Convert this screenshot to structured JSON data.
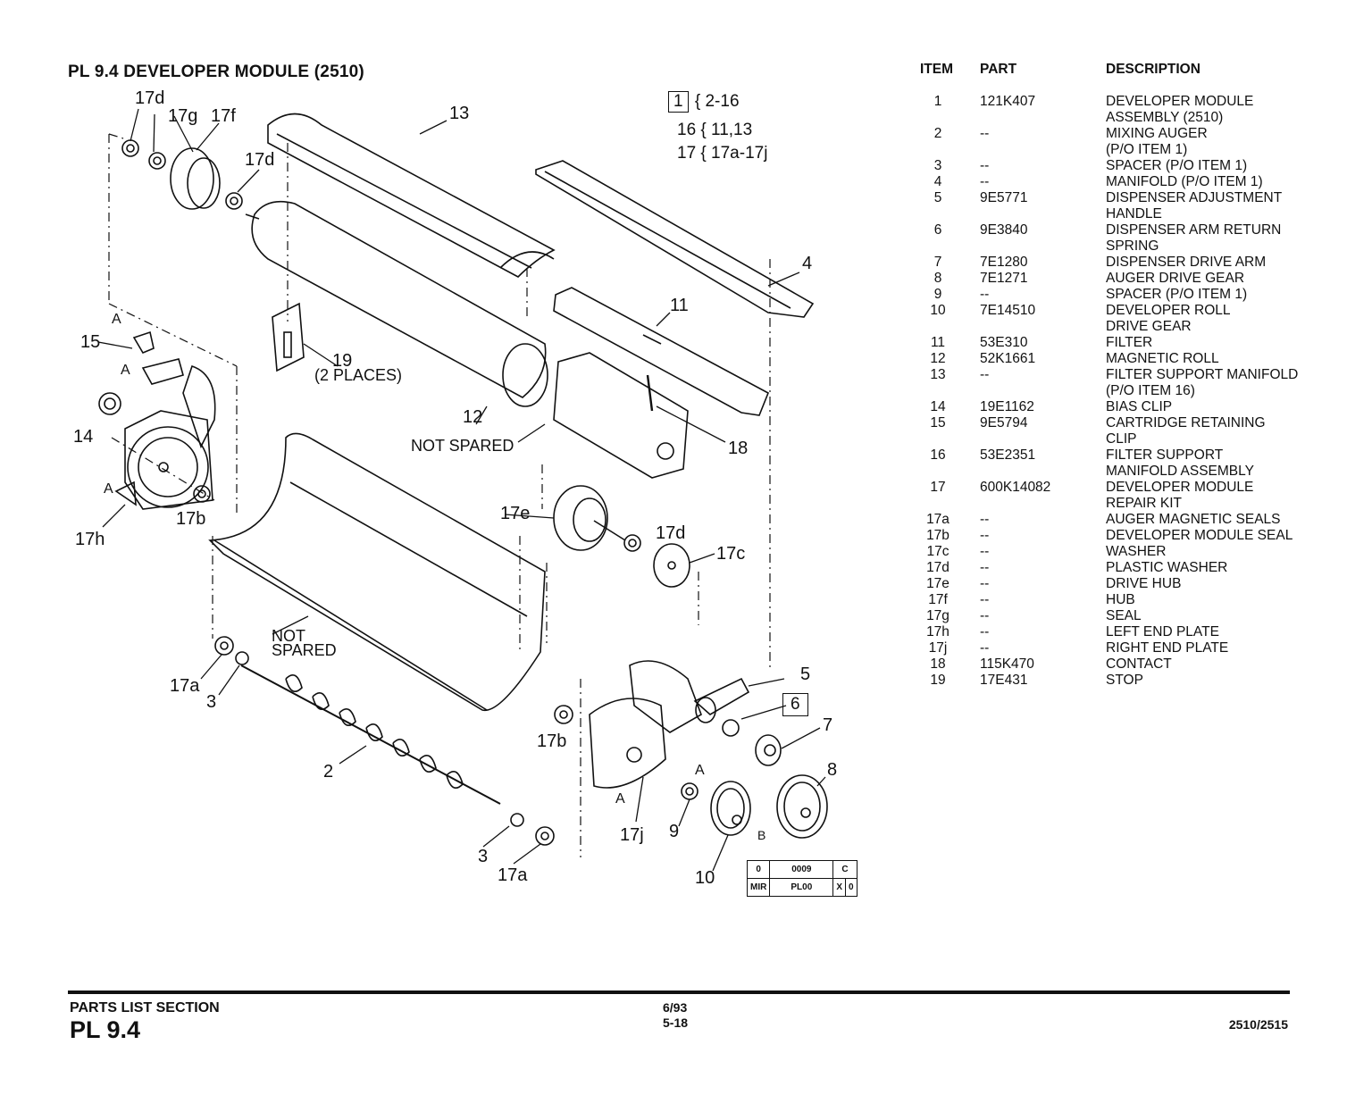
{
  "title": "PL 9.4 DEVELOPER MODULE (2510)",
  "assembly_key": [
    {
      "label": "1",
      "boxed": true,
      "range": "{ 2-16"
    },
    {
      "label": "16",
      "boxed": false,
      "range": "{ 11,13"
    },
    {
      "label": "17",
      "boxed": false,
      "range": "{ 17a-17j"
    }
  ],
  "callouts": {
    "c17d_a": "17d",
    "c17g": "17g",
    "c17f": "17f",
    "c17d_b": "17d",
    "c13": "13",
    "c4": "4",
    "c11": "11",
    "c15": "15",
    "cA1": "A",
    "cA2": "A",
    "c19": "19",
    "c2places": "(2 PLACES)",
    "c14": "14",
    "c12": "12",
    "c_notspared1": "NOT SPARED",
    "c18": "18",
    "cA3": "A",
    "c17b_a": "17b",
    "c17h": "17h",
    "c17e": "17e",
    "c17d_c": "17d",
    "c17c": "17c",
    "c_notspared2": "NOT\nSPARED",
    "c17a_a": "17a",
    "c3_a": "3",
    "c5": "5",
    "c6": "6",
    "c7": "7",
    "c2": "2",
    "c17b_b": "17b",
    "c8": "8",
    "cA4": "A",
    "cA5": "A",
    "cB": "B",
    "c17j": "17j",
    "c9": "9",
    "c3_b": "3",
    "c17a_b": "17a",
    "c10": "10"
  },
  "table": {
    "headers": {
      "item": "ITEM",
      "part": "PART",
      "description": "DESCRIPTION"
    },
    "rows": [
      {
        "item": "1",
        "part": "121K407",
        "desc": [
          "DEVELOPER MODULE",
          "ASSEMBLY (2510)"
        ]
      },
      {
        "item": "2",
        "part": "--",
        "desc": [
          "MIXING AUGER",
          "(P/O ITEM 1)"
        ]
      },
      {
        "item": "3",
        "part": "--",
        "desc": [
          "SPACER (P/O ITEM 1)"
        ]
      },
      {
        "item": "4",
        "part": "--",
        "desc": [
          "MANIFOLD (P/O ITEM 1)"
        ]
      },
      {
        "item": "5",
        "part": "9E5771",
        "desc": [
          "DISPENSER ADJUSTMENT",
          "HANDLE"
        ]
      },
      {
        "item": "6",
        "part": "9E3840",
        "desc": [
          "DISPENSER ARM RETURN",
          "SPRING"
        ]
      },
      {
        "item": "7",
        "part": "7E1280",
        "desc": [
          "DISPENSER DRIVE ARM"
        ]
      },
      {
        "item": "8",
        "part": "7E1271",
        "desc": [
          "AUGER DRIVE GEAR"
        ]
      },
      {
        "item": "9",
        "part": "--",
        "desc": [
          "SPACER (P/O ITEM 1)"
        ]
      },
      {
        "item": "10",
        "part": "7E14510",
        "desc": [
          "DEVELOPER ROLL",
          "DRIVE GEAR"
        ]
      },
      {
        "item": "11",
        "part": "53E310",
        "desc": [
          "FILTER"
        ]
      },
      {
        "item": "12",
        "part": "52K1661",
        "desc": [
          "MAGNETIC ROLL"
        ]
      },
      {
        "item": "13",
        "part": "--",
        "desc": [
          "FILTER SUPPORT MANIFOLD",
          "(P/O ITEM 16)"
        ]
      },
      {
        "item": "14",
        "part": "19E1162",
        "desc": [
          "BIAS CLIP"
        ]
      },
      {
        "item": "15",
        "part": "9E5794",
        "desc": [
          "CARTRIDGE RETAINING",
          "CLIP"
        ]
      },
      {
        "item": "16",
        "part": "53E2351",
        "desc": [
          "FILTER SUPPORT",
          "MANIFOLD ASSEMBLY"
        ]
      },
      {
        "item": "17",
        "part": "600K14082",
        "desc": [
          "DEVELOPER MODULE",
          "REPAIR KIT"
        ]
      },
      {
        "item": "17a",
        "part": "--",
        "desc": [
          "AUGER MAGNETIC SEALS"
        ]
      },
      {
        "item": "17b",
        "part": "--",
        "desc": [
          "DEVELOPER MODULE SEAL"
        ]
      },
      {
        "item": "17c",
        "part": "--",
        "desc": [
          "WASHER"
        ]
      },
      {
        "item": "17d",
        "part": "--",
        "desc": [
          "PLASTIC WASHER"
        ]
      },
      {
        "item": "17e",
        "part": "--",
        "desc": [
          "DRIVE HUB"
        ]
      },
      {
        "item": "17f",
        "part": "--",
        "desc": [
          "HUB"
        ]
      },
      {
        "item": "17g",
        "part": "--",
        "desc": [
          "SEAL"
        ]
      },
      {
        "item": "17h",
        "part": "--",
        "desc": [
          "LEFT END PLATE"
        ]
      },
      {
        "item": "17j",
        "part": "--",
        "desc": [
          "RIGHT END PLATE"
        ]
      },
      {
        "item": "18",
        "part": "115K470",
        "desc": [
          "CONTACT"
        ]
      },
      {
        "item": "19",
        "part": "17E431",
        "desc": [
          "STOP"
        ]
      }
    ]
  },
  "stamp": {
    "row1": [
      "0",
      "0009",
      "C"
    ],
    "row2": [
      "MIR",
      "PL00",
      "X",
      "0"
    ]
  },
  "footer": {
    "section": "PARTS LIST SECTION",
    "pl": "PL 9.4",
    "date": "6/93",
    "page": "5-18",
    "model": "2510/2515"
  }
}
